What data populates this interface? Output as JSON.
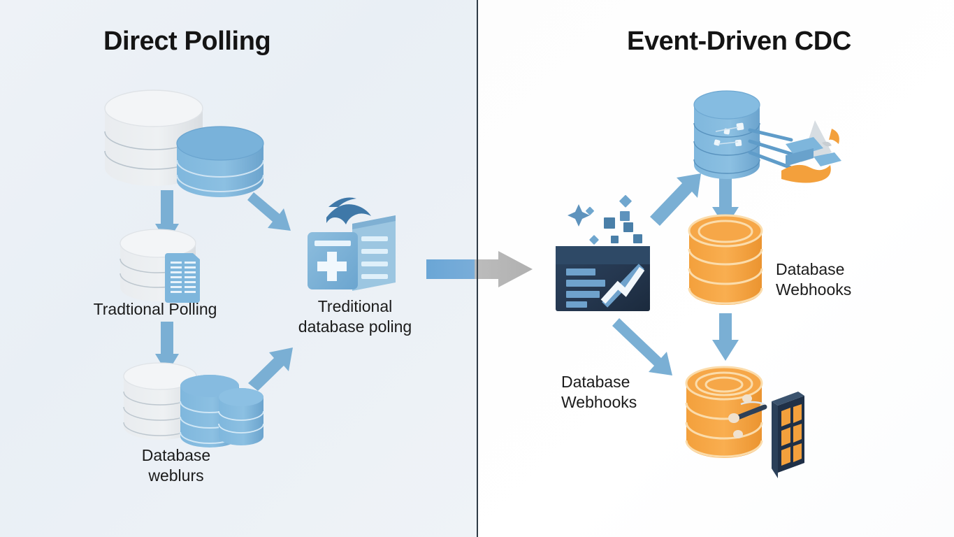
{
  "diagram": {
    "type": "comparison-flow-diagram",
    "panels": [
      {
        "id": "left",
        "title": "Direct Polling",
        "background_color": "#eaf0f6",
        "accent_color": "#7aafd4",
        "nodes": [
          {
            "id": "source-databases",
            "icon": "database-cylinder-pair-icon",
            "label": ""
          },
          {
            "id": "traditional-polling",
            "icon": "database-with-datasheet-icon",
            "label": "Tradtional Polling"
          },
          {
            "id": "traditional-database-polling",
            "icon": "server-card-plus-icon",
            "label": "Treditional\ndatabase poling"
          },
          {
            "id": "database-webhooks-left",
            "icon": "database-cylinder-cluster-icon",
            "label": "Database\nweblurs"
          }
        ],
        "arrows": [
          {
            "from": "source-databases",
            "to": "traditional-polling",
            "direction": "down",
            "color": "#7aafd4"
          },
          {
            "from": "source-databases",
            "to": "traditional-database-polling",
            "direction": "down-right",
            "color": "#7aafd4"
          },
          {
            "from": "traditional-polling",
            "to": "database-webhooks-left",
            "direction": "down",
            "color": "#7aafd4"
          },
          {
            "from": "database-webhooks-left",
            "to": "traditional-database-polling",
            "direction": "up-right",
            "color": "#7aafd4"
          }
        ]
      },
      {
        "id": "right",
        "title": "Event-Driven CDC",
        "background_color": "#ffffff",
        "accent_color": "#7aafd4",
        "secondary_color": "#f3a03c",
        "nodes": [
          {
            "id": "cdc-source-database",
            "icon": "blue-database-stream-icon",
            "label": ""
          },
          {
            "id": "event-stream-dashboard",
            "icon": "dashboard-analytics-icon",
            "label": ""
          },
          {
            "id": "database-webhooks-top",
            "icon": "orange-database-cylinder-icon",
            "label": "Database\nWebhooks"
          },
          {
            "id": "database-webhooks-bottom",
            "icon": "orange-database-server-icon",
            "label": "Database\nWebhooks"
          }
        ],
        "arrows": [
          {
            "from": "event-stream-dashboard",
            "to": "cdc-source-database",
            "direction": "up-right",
            "color": "#7aafd4"
          },
          {
            "from": "cdc-source-database",
            "to": "database-webhooks-top",
            "direction": "down",
            "color": "#7aafd4"
          },
          {
            "from": "database-webhooks-top",
            "to": "database-webhooks-bottom",
            "direction": "down",
            "color": "#7aafd4"
          },
          {
            "from": "event-stream-dashboard",
            "to": "database-webhooks-bottom",
            "direction": "down-right",
            "color": "#7aafd4"
          }
        ]
      }
    ],
    "transition_arrow": {
      "id": "left-to-right-arrow",
      "gradient_from": "#6aa6d6",
      "gradient_to": "#b3b3b3"
    },
    "divider_color": "#2f3b46"
  },
  "labels": {
    "title_left": "Direct Polling",
    "title_right": "Event-Driven CDC",
    "traditional_polling": "Tradtional Polling",
    "traditional_database_polling": "Treditional\ndatabase poling",
    "database_weblurs": "Database\nweblurs",
    "database_webhooks_right_top": "Database\nWebhooks",
    "database_webhooks_right_bottom": "Database\nWebhooks"
  },
  "colors": {
    "blue_light": "#a8cde6",
    "blue_mid": "#7fb4da",
    "blue_deep": "#5b9bd5",
    "gray_cyl": "#e3e6e9",
    "orange": "#f3a03c",
    "orange_light": "#fbd39a",
    "navy": "#203049",
    "text": "#1b1b1b"
  }
}
